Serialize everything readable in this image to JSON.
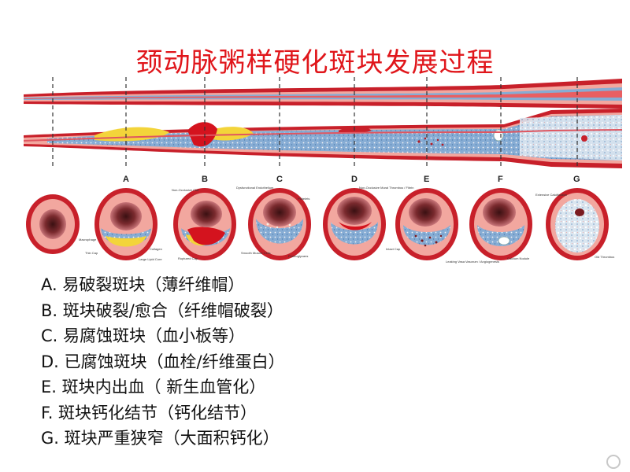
{
  "title": "颈动脉粥样硬化斑块发展过程",
  "section_labels": [
    "A",
    "B",
    "C",
    "D",
    "E",
    "F",
    "G"
  ],
  "cross_section_annotations": {
    "a": [
      "Macrophage",
      "Thin Cap",
      "Collagen",
      "Large Lipid Core"
    ],
    "b": [
      "Non-Occlusive Clot",
      "Ruptured Cap"
    ],
    "c": [
      "Dysfunctional Endothelium",
      "Platelets",
      "Smooth Muscle Cells",
      "Proteoglycans"
    ],
    "d": [
      "Non-Occlusive Mural Thrombus / Fibrin"
    ],
    "e": [
      "Intact Cap",
      "Leaking Vasa Vasorum / Angiogenesis"
    ],
    "f": [
      "Calcium Nodule"
    ],
    "g": [
      "Extensive Calcification",
      "Old Thrombus"
    ]
  },
  "legend": [
    "A. 易破裂斑块（薄纤维帽）",
    "B. 斑块破裂/愈合（纤维帽破裂）",
    "C. 易腐蚀斑块（血小板等）",
    "D. 已腐蚀斑块（血栓/纤维蛋白）",
    "E. 斑块内出血（ 新生血管化）",
    "F.  斑块钙化结节（钙化结节）",
    "G. 斑块严重狭窄（大面积钙化）"
  ],
  "watermark": "",
  "colors": {
    "title": "#e0161b",
    "vessel_wall": "#c8202a",
    "intima": "#f2a79f",
    "plaque_blue": "#7fa8d2",
    "lipid_yellow": "#f3d43a",
    "blood_red": "#d4131e"
  }
}
